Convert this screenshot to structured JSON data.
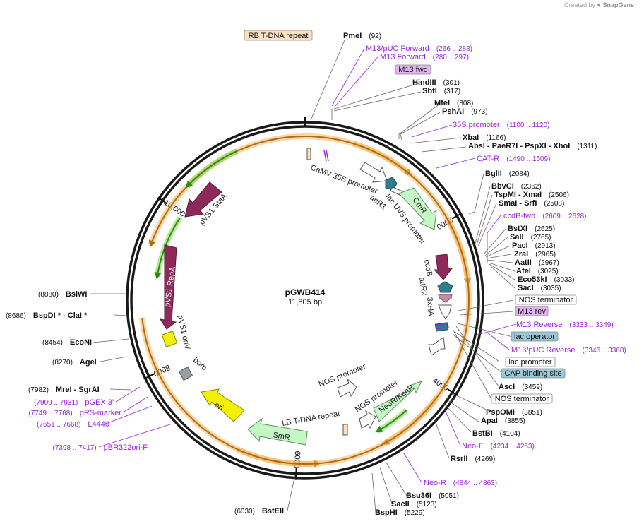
{
  "plasmid": {
    "name": "pGWB414",
    "size": "11,805 bp",
    "length": 11805
  },
  "credit": {
    "prefix": "Created by",
    "brand": "SnapGene"
  },
  "ticks": [
    {
      "pos": 2000,
      "label": "2000"
    },
    {
      "pos": 4000,
      "label": "4000"
    },
    {
      "pos": 6000,
      "label": "6000"
    },
    {
      "pos": 8000,
      "label": "8000"
    },
    {
      "pos": 10000,
      "label": "10,000"
    }
  ],
  "sites_right": [
    {
      "name": "PmeI",
      "pos": "(92)"
    },
    {
      "name": "HindIII",
      "pos": "(301)"
    },
    {
      "name": "SbfI",
      "pos": "(317)"
    },
    {
      "name": "MfeI",
      "pos": "(808)"
    },
    {
      "name": "PshAI",
      "pos": "(973)"
    },
    {
      "name": "XbaI",
      "pos": "(1166)"
    },
    {
      "name": "AbsI  - PaeR7I  - PspXI  - XhoI",
      "pos": "(1311)"
    },
    {
      "name": "BglII",
      "pos": "(2084)"
    },
    {
      "name": "BbvCI",
      "pos": "(2362)"
    },
    {
      "name": "TspMI  - XmaI",
      "pos": "(2506)"
    },
    {
      "name": "SmaI  - SrfI",
      "pos": "(2508)"
    },
    {
      "name": "BstXI",
      "pos": "(2625)"
    },
    {
      "name": "SalI",
      "pos": "(2765)"
    },
    {
      "name": "PacI",
      "pos": "(2913)"
    },
    {
      "name": "ZraI",
      "pos": "(2965)"
    },
    {
      "name": "AatII",
      "pos": "(2967)"
    },
    {
      "name": "AfeI",
      "pos": "(3025)"
    },
    {
      "name": "Eco53kI",
      "pos": "(3033)"
    },
    {
      "name": "SacI",
      "pos": "(3035)"
    },
    {
      "name": "AscI",
      "pos": "(3459)"
    },
    {
      "name": "PspOMI",
      "pos": "(3851)"
    },
    {
      "name": "ApaI",
      "pos": "(3855)"
    },
    {
      "name": "BstBI",
      "pos": "(4104)"
    },
    {
      "name": "RsrII",
      "pos": "(4269)"
    },
    {
      "name": "Bsu36I",
      "pos": "(5051)"
    },
    {
      "name": "SacII",
      "pos": "(5123)"
    },
    {
      "name": "BspHI",
      "pos": "(5229)"
    }
  ],
  "sites_left": [
    {
      "name": "BstEII",
      "pos": "(6030)"
    },
    {
      "name": "MreI  - SgrAI",
      "pos": "(7982)"
    },
    {
      "name": "AgeI",
      "pos": "(8270)"
    },
    {
      "name": "EcoNI",
      "pos": "(8454)"
    },
    {
      "name": "BspDI *  - ClaI *",
      "pos": "(8686)"
    },
    {
      "name": "BsiWI",
      "pos": "(8880)"
    }
  ],
  "primers": [
    {
      "name": "M13/pUC Forward",
      "pos": "(266 .. 288)"
    },
    {
      "name": "M13 Forward",
      "pos": "(280 .. 297)"
    },
    {
      "name": "35S promoter",
      "pos": "(1100 .. 1120)"
    },
    {
      "name": "CAT-R",
      "pos": "(1490 .. 1509)"
    },
    {
      "name": "ccdB-fwd",
      "pos": "(2609 .. 2628)"
    },
    {
      "name": "M13 Reverse",
      "pos": "(3333 .. 3349)"
    },
    {
      "name": "M13/pUC Reverse",
      "pos": "(3346 .. 3368)"
    },
    {
      "name": "Neo-F",
      "pos": "(4234 .. 4253)"
    },
    {
      "name": "Neo-R",
      "pos": "(4844 .. 4863)"
    },
    {
      "name": "pGEX 3'",
      "pos": "(7909 .. 7931)"
    },
    {
      "name": "pRS-marker",
      "pos": "(7749 .. 7768)"
    },
    {
      "name": "L4440",
      "pos": "(7651 .. 7668)"
    },
    {
      "name": "pBR322ori-F",
      "pos": "(7398 .. 7417)"
    }
  ],
  "boxed": [
    {
      "name": "RB T-DNA repeat",
      "color": "#fde0c0"
    },
    {
      "name": "M13 fwd",
      "color": "#e3b4f5"
    },
    {
      "name": "NOS terminator",
      "color": "#ffffff"
    },
    {
      "name": "M13 rev",
      "color": "#e3b4f5"
    },
    {
      "name": "lac operator",
      "color": "#9ac8d6"
    },
    {
      "name": "lac promoter",
      "color": "#ffffff"
    },
    {
      "name": "CAP binding site",
      "color": "#9ac8d6"
    },
    {
      "name": "NOS terminator",
      "color": "#ffffff"
    }
  ],
  "features": [
    {
      "name": "CaMV 35S promoter"
    },
    {
      "name": "attR1"
    },
    {
      "name": "lac UV5 promoter"
    },
    {
      "name": "CmR"
    },
    {
      "name": "ccdB"
    },
    {
      "name": "attR2"
    },
    {
      "name": "3xHA"
    },
    {
      "name": "NOS promoter"
    },
    {
      "name": "NOS promoter"
    },
    {
      "name": "NeoR/KanR"
    },
    {
      "name": "LB T-DNA repeat"
    },
    {
      "name": "SmR"
    },
    {
      "name": "ori"
    },
    {
      "name": "bom"
    },
    {
      "name": "pVS1 oriV"
    },
    {
      "name": "pVS1 RepA"
    },
    {
      "name": "pVS1 StaA"
    }
  ],
  "colors": {
    "backbone": "#222222",
    "primer": "#9b1fe0",
    "orf_orange": "#f5b45a",
    "orf_green": "#7fd34a",
    "promoter": "#ffffff",
    "cmr": "#c6f5c6",
    "maroon": "#8e2a5a",
    "teal": "#2f7d8f",
    "yellow": "#f5f000",
    "gray": "#999ea3"
  }
}
